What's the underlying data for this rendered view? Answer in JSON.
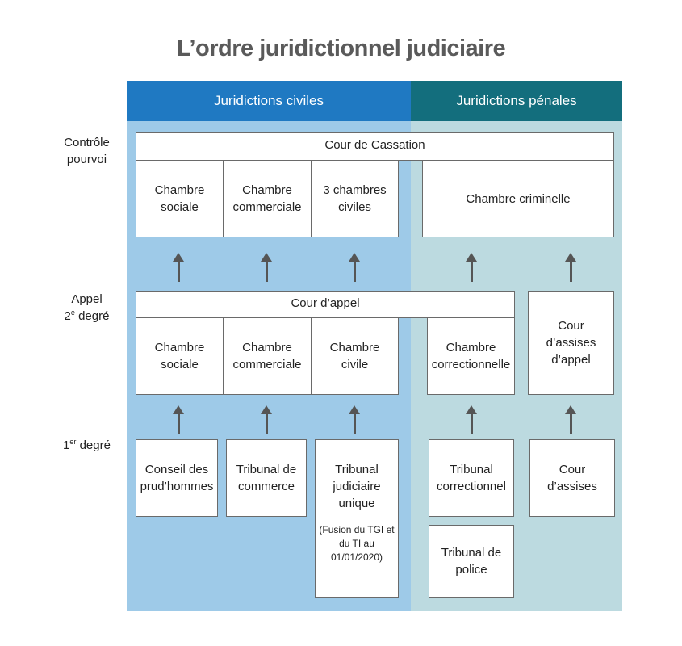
{
  "title": "L’ordre juridictionnel judiciaire",
  "columns": {
    "civil": "Juridictions civiles",
    "penal": "Juridictions pénales"
  },
  "row_labels": {
    "control_line1": "Contrôle",
    "control_line2": "pourvoi",
    "appeal_line1": "Appel",
    "appeal_degree_num": "2",
    "appeal_degree_sup": "e",
    "appeal_degree_word": "degré",
    "first_degree_num": "1",
    "first_degree_sup": "er",
    "first_degree_word": "degré"
  },
  "cassation": {
    "title": "Cour de Cassation",
    "chambers": [
      "Chambre sociale",
      "Chambre commerciale",
      "3 chambres civiles",
      "Chambre criminelle"
    ]
  },
  "appel": {
    "title": "Cour d’appel",
    "chambers": [
      "Chambre sociale",
      "Chambre commerciale",
      "Chambre civile",
      "Chambre correctionnelle"
    ],
    "assises_appel": "Cour d’assises d’appel"
  },
  "first_degree": {
    "prudhommes": "Conseil des prud’hommes",
    "commerce": "Tribunal de commerce",
    "judiciaire": "Tribunal judiciaire unique",
    "judiciaire_note": "(Fusion du TGI et du TI au 01/01/2020)",
    "correctionnel": "Tribunal correctionnel",
    "assises": "Cour d’assises",
    "police": "Tribunal de police"
  },
  "colors": {
    "civil_header": "#1f79c2",
    "penal_header": "#136e7d",
    "civil_background": "#9ecae8",
    "penal_background": "#bcdae0",
    "arrow": "#555555"
  }
}
